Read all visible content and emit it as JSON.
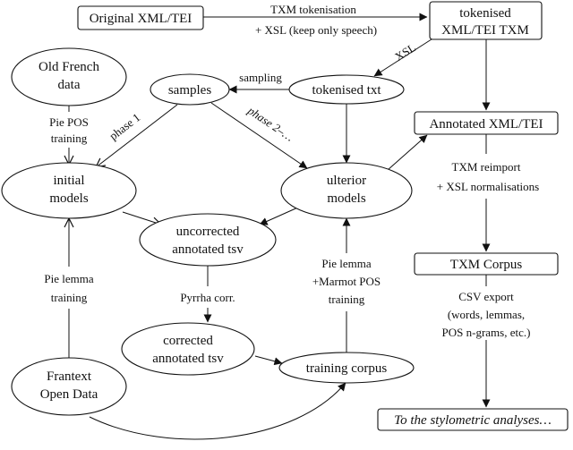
{
  "nodes": {
    "original_xml": {
      "label": "Original XML/TEI"
    },
    "tokenised_xml": {
      "line1": "tokenised",
      "line2": "XML/TEI TXM"
    },
    "old_french": {
      "line1": "Old French",
      "line2": "data"
    },
    "samples": {
      "label": "samples"
    },
    "tokenised_txt": {
      "label": "tokenised txt"
    },
    "annotated_xml": {
      "label": "Annotated XML/TEI"
    },
    "initial_models": {
      "line1": "initial",
      "line2": "models"
    },
    "ulterior_models": {
      "line1": "ulterior",
      "line2": "models"
    },
    "uncorrected_tsv": {
      "line1": "uncorrected",
      "line2": "annotated tsv"
    },
    "txm_corpus": {
      "label": "TXM Corpus"
    },
    "corrected_tsv": {
      "line1": "corrected",
      "line2": "annotated tsv"
    },
    "frantext": {
      "line1": "Frantext",
      "line2": "Open Data"
    },
    "training_corpus": {
      "label": "training corpus"
    },
    "stylometric": {
      "label": "To the stylometric analyses…"
    }
  },
  "edges": {
    "txm_tokenisation": {
      "line1": "TXM tokenisation",
      "line2": "+ XSL (keep only speech)"
    },
    "xsl": {
      "label": "XSL"
    },
    "sampling": {
      "label": "sampling"
    },
    "pie_pos_training": {
      "line1": "Pie POS",
      "line2": "training"
    },
    "phase1": {
      "label": "phase 1"
    },
    "phase2": {
      "label": "phase 2–…"
    },
    "txm_reimport": {
      "line1": "TXM reimport",
      "line2": "+ XSL normalisations"
    },
    "pie_lemma_training": {
      "line1": "Pie lemma",
      "line2": "training"
    },
    "pyrrha": {
      "label": "Pyrrha corr."
    },
    "pie_marmot": {
      "line1": "Pie lemma",
      "line2": "+Marmot POS",
      "line3": "training"
    },
    "csv_export": {
      "line1": "CSV export",
      "line2": "(words, lemmas,",
      "line3": "POS n-grams, etc.)"
    }
  }
}
